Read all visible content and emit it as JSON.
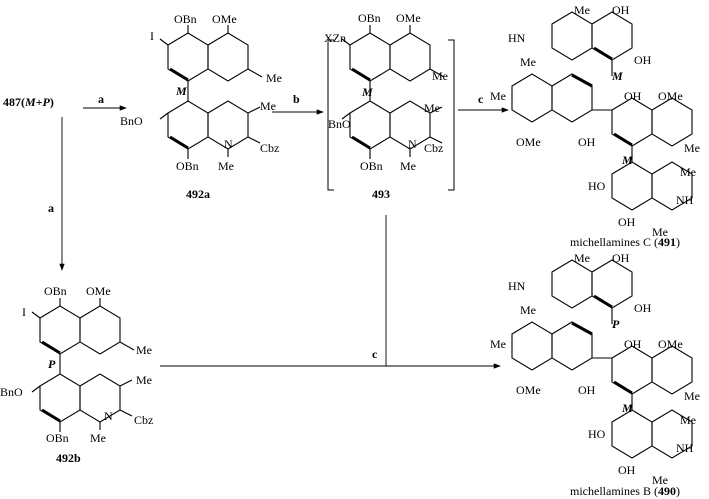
{
  "start": {
    "number": "487",
    "stereo": "M+P"
  },
  "reagents": {
    "a": "a",
    "b": "b",
    "c": "c"
  },
  "compounds": {
    "c492a": {
      "number": "492a"
    },
    "c493": {
      "number": "493"
    },
    "c492b": {
      "number": "492b"
    },
    "c491": {
      "name": "michellamines C",
      "number": "491"
    },
    "c490": {
      "name": "michellamines B",
      "number": "490"
    }
  },
  "groups": {
    "OBn": "OBn",
    "OMe": "OMe",
    "BnO": "BnO",
    "Me": "Me",
    "Cbz": "Cbz",
    "N": "N",
    "NH": "NH",
    "HN": "HN",
    "OH": "OH",
    "HO": "HO",
    "I": "I",
    "XZn": "XZn"
  },
  "axes": {
    "M": "M",
    "P": "P"
  }
}
